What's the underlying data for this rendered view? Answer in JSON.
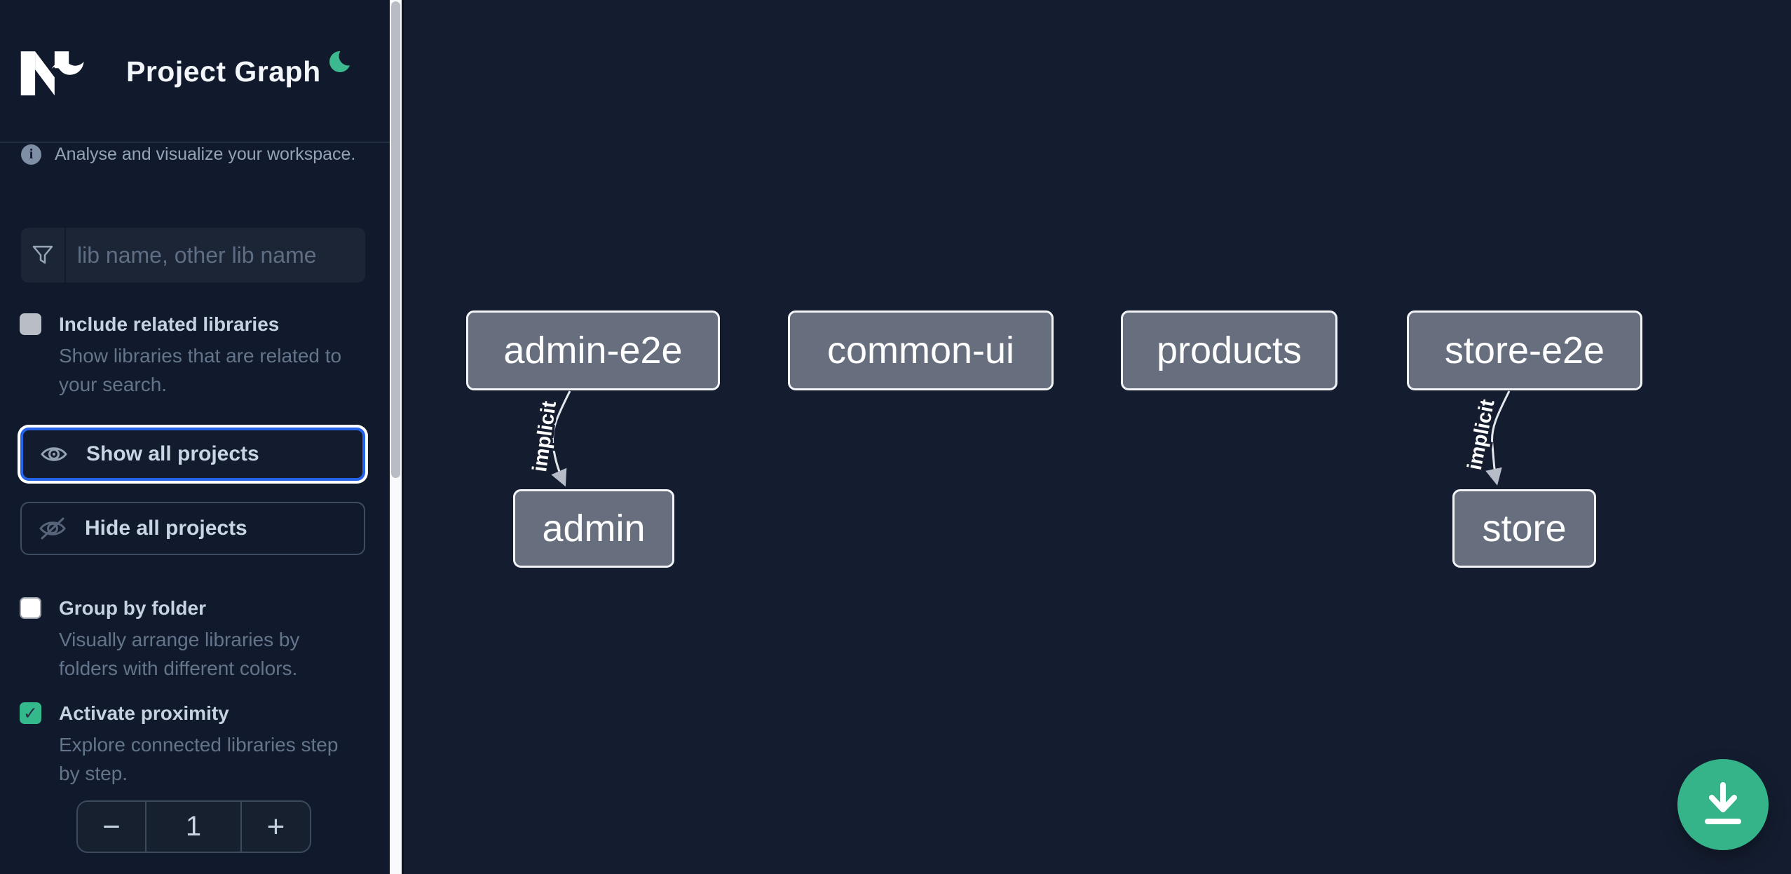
{
  "header": {
    "title": "Project Graph"
  },
  "info": {
    "text": "Analyse and visualize your workspace."
  },
  "search": {
    "placeholder": "lib name, other lib name"
  },
  "options": [
    {
      "title": "Include related libraries",
      "description": "Show libraries that are related to your search.",
      "desc_lines": [
        "Show libraries that are related to",
        "your search."
      ],
      "checked": false
    },
    {
      "title": "Group by folder",
      "description": "Visually arrange libraries by folders with different colors.",
      "desc_lines": [
        "Visually arrange libraries by",
        "folders with different colors."
      ],
      "checked": false
    },
    {
      "title": "Activate proximity",
      "description": "Explore connected libraries step by step.",
      "desc_lines": [
        "Explore connected libraries step",
        "by step."
      ],
      "checked": true,
      "check_glyph": "✓"
    }
  ],
  "actions": {
    "show_all": "Show all projects",
    "hide_all": "Hide all projects"
  },
  "stepper": {
    "decrement": "−",
    "value": "1",
    "increment": "+"
  },
  "graph": {
    "nodes": [
      {
        "label": "admin-e2e"
      },
      {
        "label": "common-ui"
      },
      {
        "label": "products"
      },
      {
        "label": "store-e2e"
      },
      {
        "label": "admin"
      },
      {
        "label": "store"
      }
    ],
    "edges": [
      {
        "from": "admin-e2e",
        "to": "admin",
        "label": "implicit"
      },
      {
        "from": "store-e2e",
        "to": "store",
        "label": "implicit"
      }
    ]
  },
  "fab": {
    "icon": "download-icon"
  },
  "colors": {
    "accent_green": "#35B389",
    "focus_blue": "#2563EB",
    "node_fill": "#676F7E",
    "node_border": "#F2F4F8",
    "sidebar_bg": "#101A2C",
    "canvas_bg": "#141D30",
    "scrollbar_track": "#F8FAFC",
    "scrollbar_thumb": "#B9BCC2",
    "edge_color": "#E3E7EC"
  }
}
